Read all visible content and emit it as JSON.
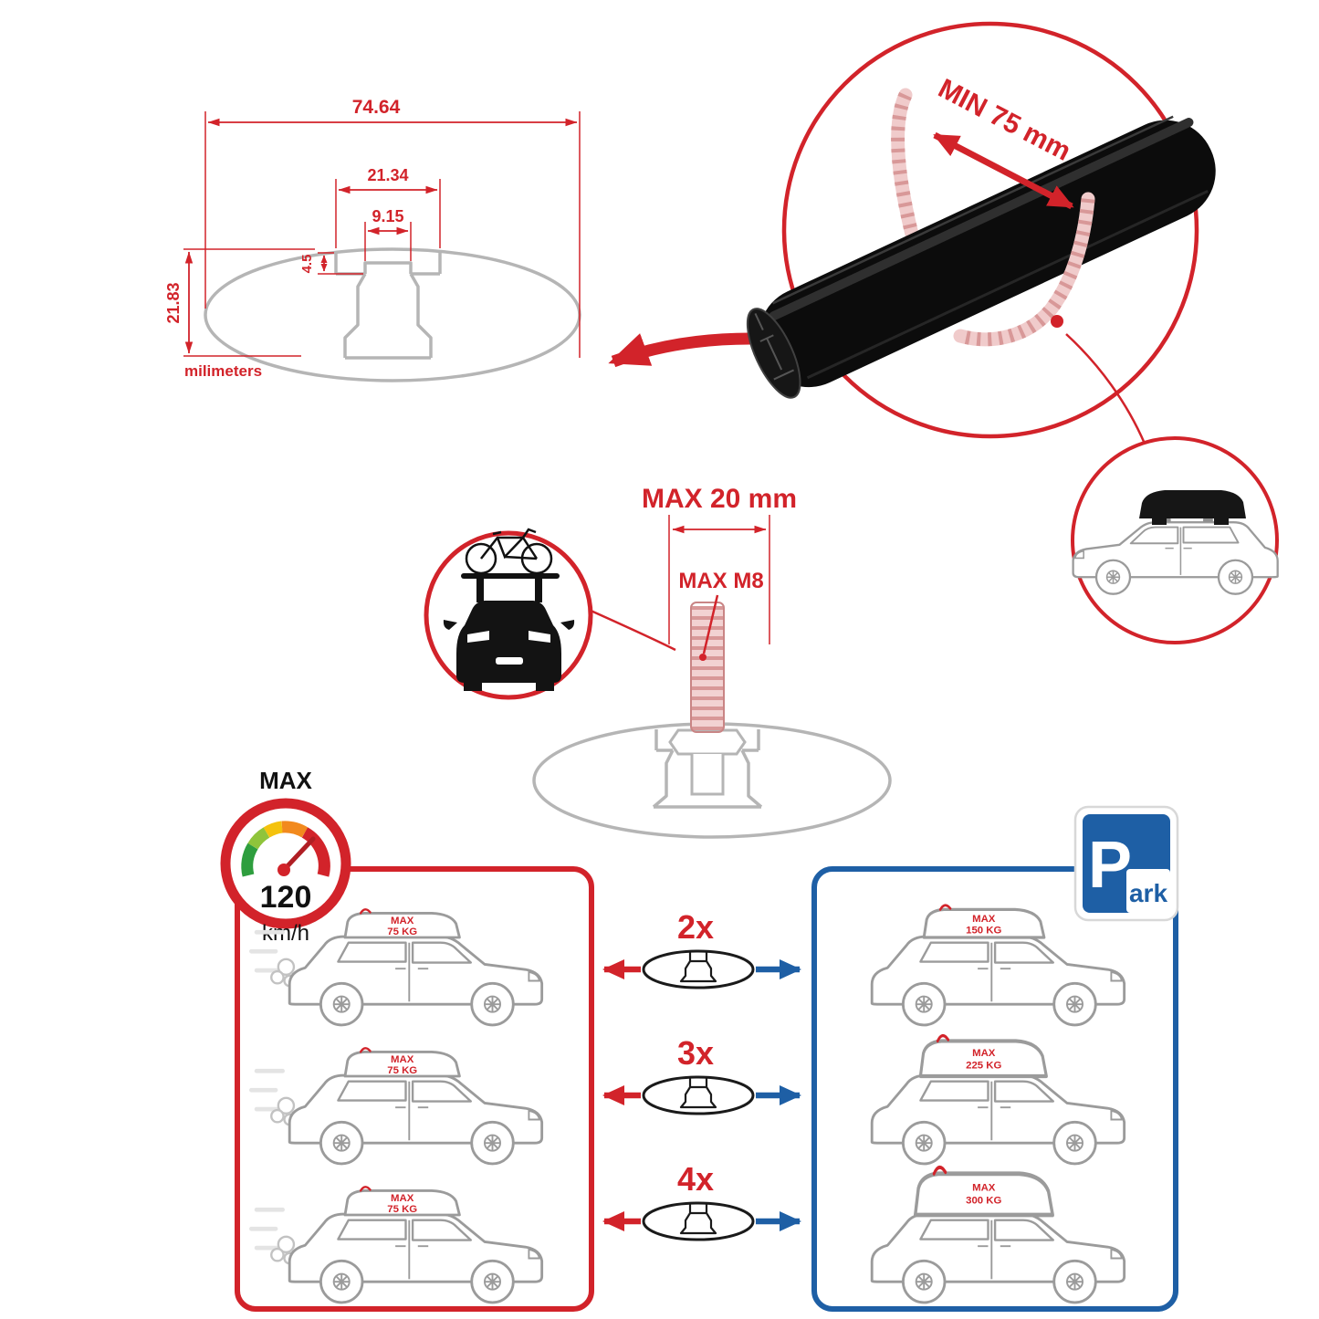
{
  "colors": {
    "red": "#d2232a",
    "blue": "#1e5fa5",
    "gray_line": "#b5b5b5",
    "car_line": "#9b9b9b",
    "black": "#111111"
  },
  "technical_drawing": {
    "dim_total_width": "74.64",
    "dim_slot_width": "21.34",
    "dim_inner_width": "9.15",
    "dim_lip_height": "4.5",
    "dim_total_height": "21.83",
    "unit_label": "milimeters"
  },
  "clamp_detail": {
    "min_span_label": "MIN 75 mm"
  },
  "bolt_detail": {
    "max_width_label": "MAX 20 mm",
    "max_thread_label": "MAX M8"
  },
  "speed_gauge": {
    "title": "MAX",
    "value": "120",
    "unit": "km/h"
  },
  "left_panel": {
    "cars": [
      {
        "line1": "MAX",
        "line2": "75 KG"
      },
      {
        "line1": "MAX",
        "line2": "75 KG"
      },
      {
        "line1": "MAX",
        "line2": "75 KG"
      }
    ]
  },
  "center_rows": [
    {
      "count": "2x"
    },
    {
      "count": "3x"
    },
    {
      "count": "4x"
    }
  ],
  "right_panel": {
    "cars": [
      {
        "line1": "MAX",
        "line2": "150 KG"
      },
      {
        "line1": "MAX",
        "line2": "225 KG"
      },
      {
        "line1": "MAX",
        "line2": "300 KG"
      }
    ]
  },
  "park_sign": {
    "letter": "P",
    "suffix": "ark"
  }
}
